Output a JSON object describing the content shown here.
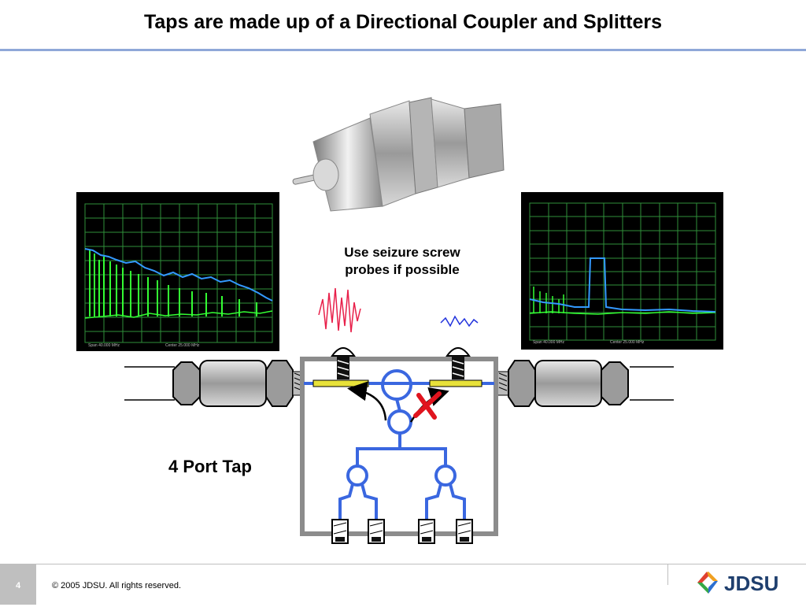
{
  "slide": {
    "title": "Taps are made up of a Directional Coupler and Splitters",
    "callout_text_line1": "Use seizure screw",
    "callout_text_line2": "probes if possible",
    "tap_label": "4 Port Tap",
    "page_number": "4",
    "copyright": "© 2005 JDSU. All rights reserved.",
    "brand_name": "JDSU"
  },
  "colors": {
    "title_rule": "#8fa8d8",
    "tap_housing": "#8c8c8c",
    "signal_path": "#3a67e0",
    "blocked_mark": "#e0141e",
    "spectrum_bg": "#000000",
    "spectrum_grid": "#2f8f3a",
    "spectrum_trace_green": "#33ff33",
    "spectrum_trace_blue": "#3399ff",
    "probe_wave_red": "#e8204a",
    "probe_wave_blue": "#2233dd"
  },
  "icons": {
    "left_screen": "spectrum-analyzer-screen",
    "right_screen": "spectrum-analyzer-screen",
    "probe": "seizure-screw-probe-icon",
    "connector": "f-connector-icon",
    "blocked": "red-x-icon",
    "logo": "jdsu-logo-icon"
  }
}
